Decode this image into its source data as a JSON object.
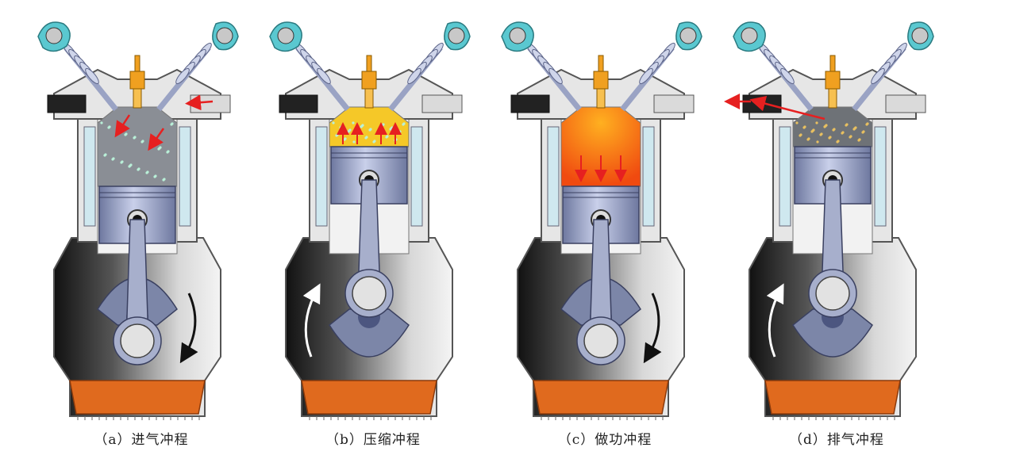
{
  "figure": {
    "panels": [
      {
        "id": "a",
        "caption": "（a）进气冲程",
        "piston": "bottom",
        "charge": "intake",
        "flow": "in",
        "rotation": "clockwise"
      },
      {
        "id": "b",
        "caption": "（b）压缩冲程",
        "piston": "top",
        "charge": "compress",
        "flow": "none",
        "rotation": "counterclockwise"
      },
      {
        "id": "c",
        "caption": "（c）做功冲程",
        "piston": "bottom",
        "charge": "burn",
        "flow": "none",
        "rotation": "clockwise"
      },
      {
        "id": "d",
        "caption": "（d）排气冲程",
        "piston": "top",
        "charge": "exhaust",
        "flow": "out",
        "rotation": "counterclockwise"
      }
    ]
  },
  "colors": {
    "block": "#e6e6e6",
    "block_edge": "#555555",
    "piston": "#9da7c9",
    "piston_dark": "#6e789f",
    "coolant": "#cfe8ef",
    "oil": "#e06a1e",
    "cam": "#5ac8d0",
    "spark": "#f0a020",
    "arrow": "#e62020",
    "flame_top": "#ffb020",
    "flame_bottom": "#f04a10",
    "compress": "#f5c828",
    "charge": "#8a8e95"
  },
  "icons": [
    "intake-cam-icon",
    "exhaust-cam-icon",
    "spark-plug-icon",
    "crank-rotation-arrow-icon"
  ]
}
